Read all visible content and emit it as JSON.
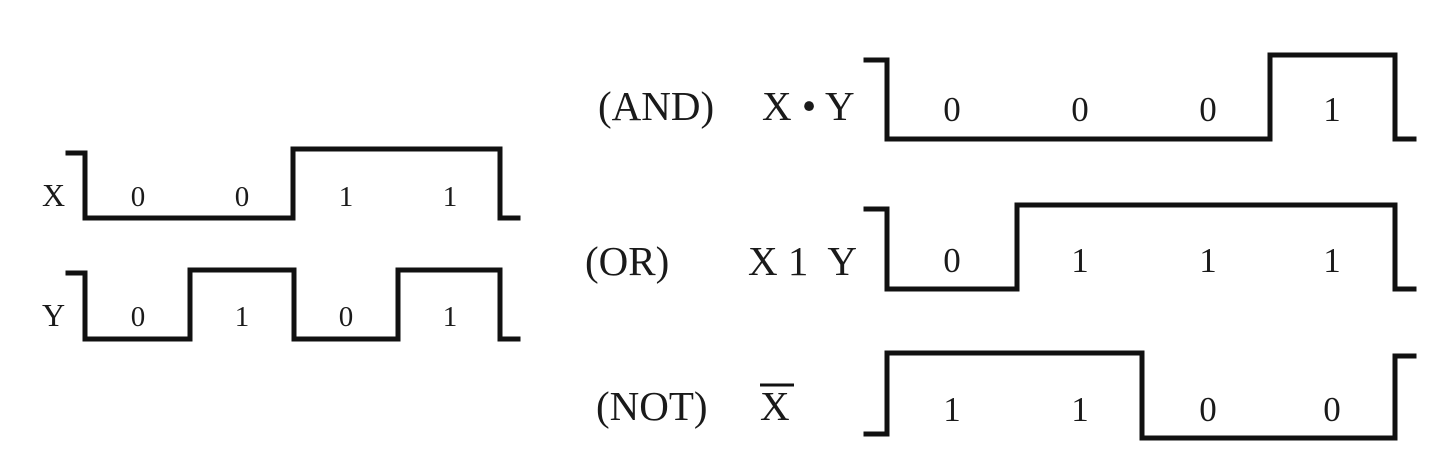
{
  "inputs": {
    "x": {
      "label": "X",
      "bits": [
        "0",
        "0",
        "1",
        "1"
      ]
    },
    "y": {
      "label": "Y",
      "bits": [
        "0",
        "1",
        "0",
        "1"
      ]
    }
  },
  "outputs": {
    "and": {
      "gate": "(AND)",
      "expr": "X • Y",
      "bits": [
        "0",
        "0",
        "0",
        "1"
      ]
    },
    "or": {
      "gate": "(OR)",
      "expr": "X 1  Y",
      "bits": [
        "0",
        "1",
        "1",
        "1"
      ]
    },
    "not": {
      "gate": "(NOT)",
      "expr": "X",
      "bits": [
        "1",
        "1",
        "0",
        "0"
      ]
    }
  },
  "colors": {
    "line": "#111111",
    "text": "#1a1a1a",
    "background": "#ffffff"
  }
}
